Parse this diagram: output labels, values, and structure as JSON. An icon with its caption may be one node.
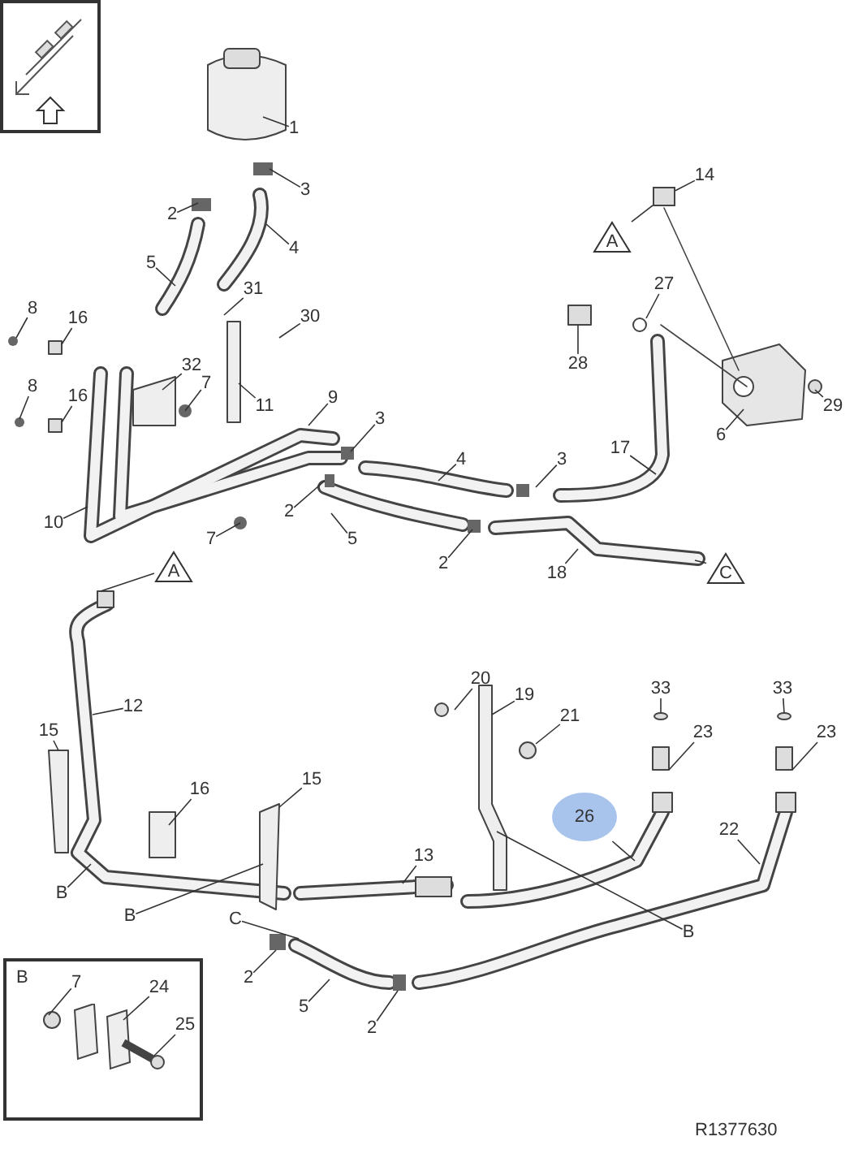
{
  "diagram": {
    "nodes": [
      {
        "text": [
          "1"
        ]
      },
      {
        "text": [
          "3"
        ]
      },
      {
        "text": [
          "2"
        ]
      },
      {
        "text": [
          "4"
        ]
      },
      {
        "text": [
          "5"
        ]
      },
      {
        "text": [
          "31"
        ]
      },
      {
        "text": [
          "30"
        ]
      },
      {
        "text": [
          "8"
        ]
      },
      {
        "text": [
          "16"
        ]
      },
      {
        "text": [
          "32"
        ]
      },
      {
        "text": [
          "7"
        ]
      },
      {
        "text": [
          "11"
        ]
      },
      {
        "text": [
          "8"
        ]
      },
      {
        "text": [
          "16"
        ]
      },
      {
        "text": [
          "9"
        ]
      },
      {
        "text": [
          "3"
        ]
      },
      {
        "text": [
          "10"
        ]
      },
      {
        "text": [
          "2"
        ]
      },
      {
        "text": [
          "5"
        ]
      },
      {
        "text": [
          "7"
        ]
      },
      {
        "text": [
          "4"
        ]
      },
      {
        "text": [
          "3"
        ]
      },
      {
        "text": [
          "2"
        ]
      },
      {
        "text": [
          "18"
        ]
      },
      {
        "text": [
          "14"
        ]
      },
      {
        "text": [
          "A"
        ]
      },
      {
        "text": [
          "27"
        ]
      },
      {
        "text": [
          "28"
        ]
      },
      {
        "text": [
          "6"
        ]
      },
      {
        "text": [
          "29"
        ]
      },
      {
        "text": [
          "17"
        ]
      },
      {
        "text": [
          "C"
        ]
      },
      {
        "text": [
          "A"
        ]
      },
      {
        "text": [
          "12"
        ]
      },
      {
        "text": [
          "15"
        ]
      },
      {
        "text": [
          "16"
        ]
      },
      {
        "text": [
          "15"
        ]
      },
      {
        "text": [
          "B"
        ]
      },
      {
        "text": [
          "B"
        ]
      },
      {
        "text": [
          "13"
        ]
      },
      {
        "text": [
          "20"
        ]
      },
      {
        "text": [
          "19"
        ]
      },
      {
        "text": [
          "21"
        ]
      },
      {
        "text": [
          "33"
        ]
      },
      {
        "text": [
          "23"
        ]
      },
      {
        "text": [
          "33"
        ]
      },
      {
        "text": [
          "23"
        ]
      },
      {
        "text": [
          "26"
        ]
      },
      {
        "text": [
          "22"
        ]
      },
      {
        "text": [
          "B"
        ]
      },
      {
        "text": [
          "C"
        ]
      },
      {
        "text": [
          "2"
        ]
      },
      {
        "text": [
          "5"
        ]
      },
      {
        "text": [
          "2"
        ]
      },
      {
        "text": [
          "B"
        ]
      },
      {
        "text": [
          "7"
        ],
        "in": 54
      },
      {
        "text": [
          "24"
        ],
        "in": 54
      },
      {
        "text": [
          "25"
        ],
        "in": 54
      },
      {
        "text": [],
        "shape": "box"
      }
    ],
    "edges": [
      {
        "from": 0,
        "to": null,
        "arrow": "none"
      },
      {
        "from": 1,
        "to": null,
        "arrow": "none"
      },
      {
        "from": 2,
        "to": null,
        "arrow": "none"
      },
      {
        "from": 3,
        "to": null,
        "arrow": "none"
      },
      {
        "from": 4,
        "to": null,
        "arrow": "none"
      },
      {
        "from": 5,
        "to": null,
        "arrow": "none"
      },
      {
        "from": 6,
        "to": null,
        "arrow": "none"
      },
      {
        "from": 7,
        "to": null,
        "arrow": "none"
      },
      {
        "from": 8,
        "to": null,
        "arrow": "none"
      },
      {
        "from": 9,
        "to": null,
        "arrow": "none"
      },
      {
        "from": 10,
        "to": null,
        "arrow": "none"
      },
      {
        "from": 11,
        "to": null,
        "arrow": "none"
      },
      {
        "from": 12,
        "to": null,
        "arrow": "none"
      },
      {
        "from": 13,
        "to": null,
        "arrow": "none"
      },
      {
        "from": 14,
        "to": null,
        "arrow": "none"
      },
      {
        "from": 15,
        "to": null,
        "arrow": "none"
      },
      {
        "from": 16,
        "to": null,
        "arrow": "none"
      },
      {
        "from": 17,
        "to": null,
        "arrow": "none"
      },
      {
        "from": 18,
        "to": null,
        "arrow": "none"
      },
      {
        "from": 19,
        "to": null,
        "arrow": "none"
      },
      {
        "from": 20,
        "to": null,
        "arrow": "none"
      },
      {
        "from": 21,
        "to": null,
        "arrow": "none"
      },
      {
        "from": 22,
        "to": null,
        "arrow": "none"
      },
      {
        "from": 23,
        "to": null,
        "arrow": "none"
      },
      {
        "from": 24,
        "to": 58,
        "arrow": "none"
      },
      {
        "from": 25,
        "to": 58,
        "arrow": "none"
      },
      {
        "from": 26,
        "to": null,
        "arrow": "none"
      },
      {
        "from": 27,
        "to": null,
        "arrow": "none"
      },
      {
        "from": 28,
        "to": null,
        "arrow": "none"
      },
      {
        "from": 29,
        "to": null,
        "arrow": "none"
      },
      {
        "from": 30,
        "to": null,
        "arrow": "none"
      },
      {
        "from": 31,
        "to": null,
        "arrow": "none"
      },
      {
        "from": 32,
        "to": null,
        "arrow": "none"
      },
      {
        "from": 33,
        "to": null,
        "arrow": "none"
      },
      {
        "from": 34,
        "to": null,
        "arrow": "none"
      },
      {
        "from": 35,
        "to": null,
        "arrow": "none"
      },
      {
        "from": 36,
        "to": null,
        "arrow": "none"
      },
      {
        "from": 37,
        "to": null,
        "arrow": "none"
      },
      {
        "from": 38,
        "to": null,
        "arrow": "none"
      },
      {
        "from": 39,
        "to": null,
        "arrow": "none"
      },
      {
        "from": 40,
        "to": null,
        "arrow": "none"
      },
      {
        "from": 41,
        "to": null,
        "arrow": "none"
      },
      {
        "from": 42,
        "to": null,
        "arrow": "none"
      },
      {
        "from": 43,
        "to": null,
        "arrow": "none"
      },
      {
        "from": 44,
        "to": null,
        "arrow": "none"
      },
      {
        "from": 45,
        "to": null,
        "arrow": "none"
      },
      {
        "from": 46,
        "to": null,
        "arrow": "none"
      },
      {
        "from": 47,
        "to": null,
        "arrow": "none"
      },
      {
        "from": 48,
        "to": null,
        "arrow": "none"
      },
      {
        "from": 49,
        "to": null,
        "arrow": "none"
      },
      {
        "from": 50,
        "to": null,
        "arrow": "none"
      },
      {
        "from": 51,
        "to": null,
        "arrow": "none"
      },
      {
        "from": 52,
        "to": null,
        "arrow": "none"
      },
      {
        "from": 53,
        "to": null,
        "arrow": "none"
      },
      {
        "from": 55,
        "to": null,
        "arrow": "none"
      },
      {
        "from": 56,
        "to": null,
        "arrow": "none"
      },
      {
        "from": 57,
        "to": null,
        "arrow": "none"
      }
    ],
    "labels": [
      "R1377630"
    ]
  }
}
